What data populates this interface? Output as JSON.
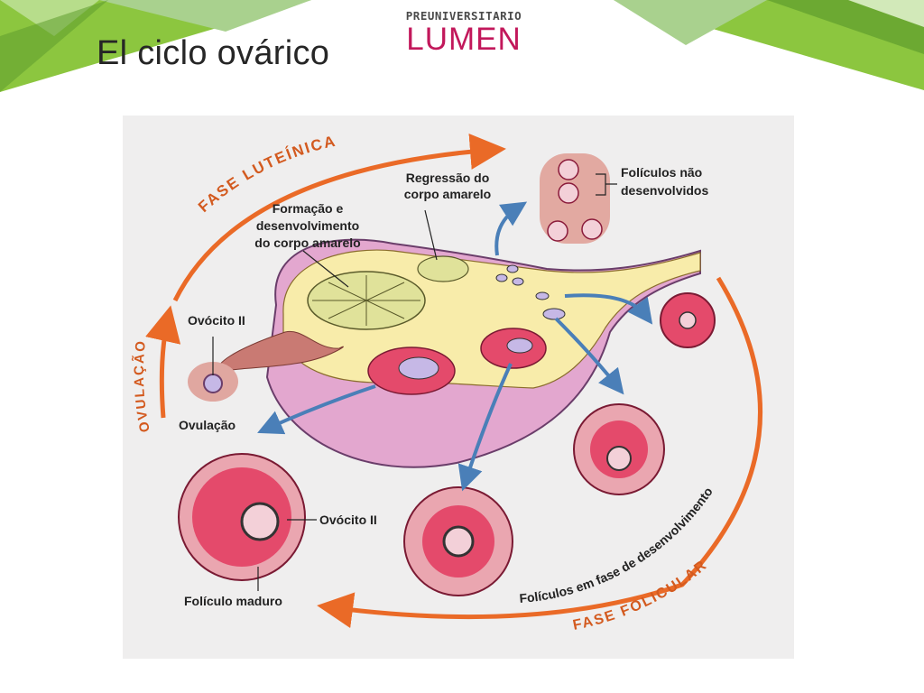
{
  "slide": {
    "title": "El ciclo ovárico",
    "logo_top": "PREUNIVERSITARIO",
    "logo_main": "LUMEN"
  },
  "colors": {
    "green_light": "#a9d18e",
    "green_mid": "#8cc63f",
    "green_dark": "#5e9c2e",
    "brand_pink": "#c2185b",
    "arrow_orange": "#ea6a27",
    "arrow_blue": "#4a7fb8",
    "ovary_pink": "#e3a7cf",
    "stroma_yellow": "#f8ecaa"
  },
  "diagram": {
    "labels": {
      "fase_luteinica": "FASE LUTEÍNICA",
      "ovulacao_phase": "OVULAÇÃO",
      "fase_folicular": "FASE FOLICULAR",
      "foliculos_desenvolvimento": "Folículos em fase de desenvolvimento",
      "regressao_1": "Regressão do",
      "regressao_2": "corpo amarelo",
      "formacao_1": "Formação e",
      "formacao_2": "desenvolvimento",
      "formacao_3": "do corpo amarelo",
      "foliculos_nao_1": "Folículos não",
      "foliculos_nao_2": "desenvolvidos",
      "ovocito_top": "Ovócito II",
      "ovulacao_label": "Ovulação",
      "ovocito_bottom": "Ovócito II",
      "foliculo_maduro": "Folículo maduro"
    }
  }
}
